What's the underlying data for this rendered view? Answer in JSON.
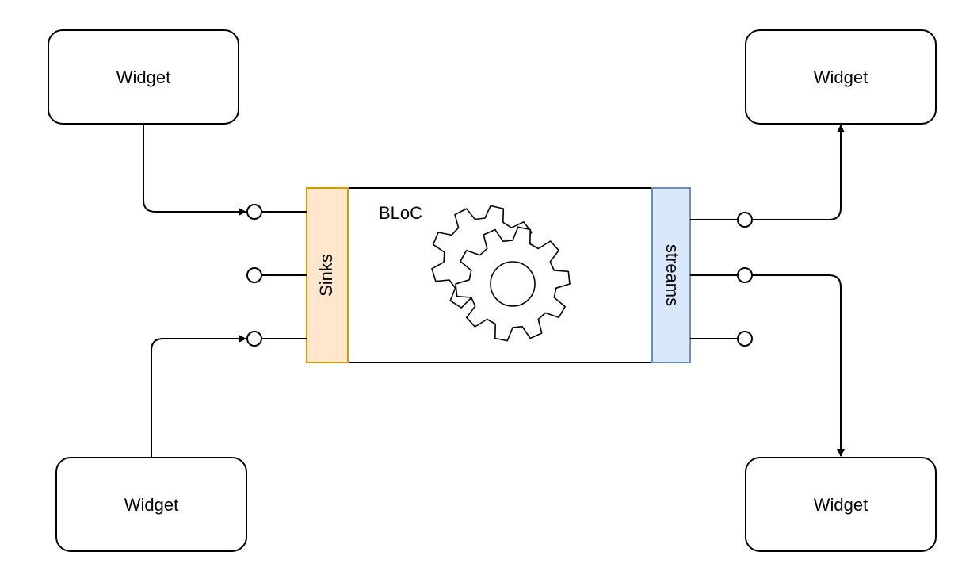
{
  "bloc": {
    "title": "BLoC",
    "sinks_label": "Sinks",
    "streams_label": "streams"
  },
  "widgets": {
    "top_left": "Widget",
    "bottom_left": "Widget",
    "top_right": "Widget",
    "bottom_right": "Widget"
  },
  "colors": {
    "sinks_fill": "#ffe6cc",
    "sinks_stroke": "#d79b00",
    "streams_fill": "#dae8fc",
    "streams_stroke": "#6c8ebf",
    "line": "#000000"
  },
  "icons": {
    "center": "gears-icon"
  }
}
